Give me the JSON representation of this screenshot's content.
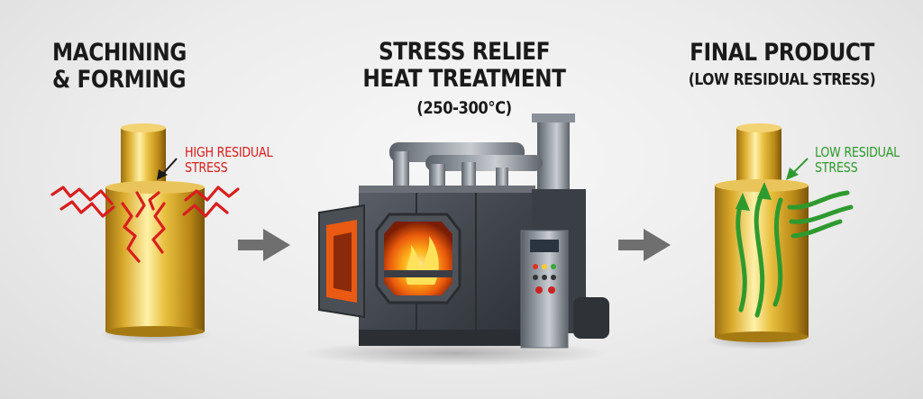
{
  "stages": [
    {
      "title_line1": "MACHINING",
      "title_line2": "& FORMING",
      "label_line1": "HIGH RESIDUAL",
      "label_line2": "STRESS"
    },
    {
      "title_line1": "STRESS RELIEF",
      "title_line2": "HEAT TREATMENT",
      "subtitle": "(250-300°C)"
    },
    {
      "title_line1": "FINAL PRODUCT",
      "subtitle": "(LOW RESIDUAL STRESS)",
      "label_line1": "LOW RESIDUAL",
      "label_line2": "STRESS"
    }
  ],
  "colors": {
    "high_stress": "#d81e1e",
    "low_stress": "#2e9a2e",
    "brass": "#d9a92a",
    "arrow": "#6f6f6f"
  },
  "icons": [
    "high-stress-crack-icon",
    "low-stress-flow-icon",
    "flow-arrow-icon",
    "furnace-flame-icon"
  ]
}
